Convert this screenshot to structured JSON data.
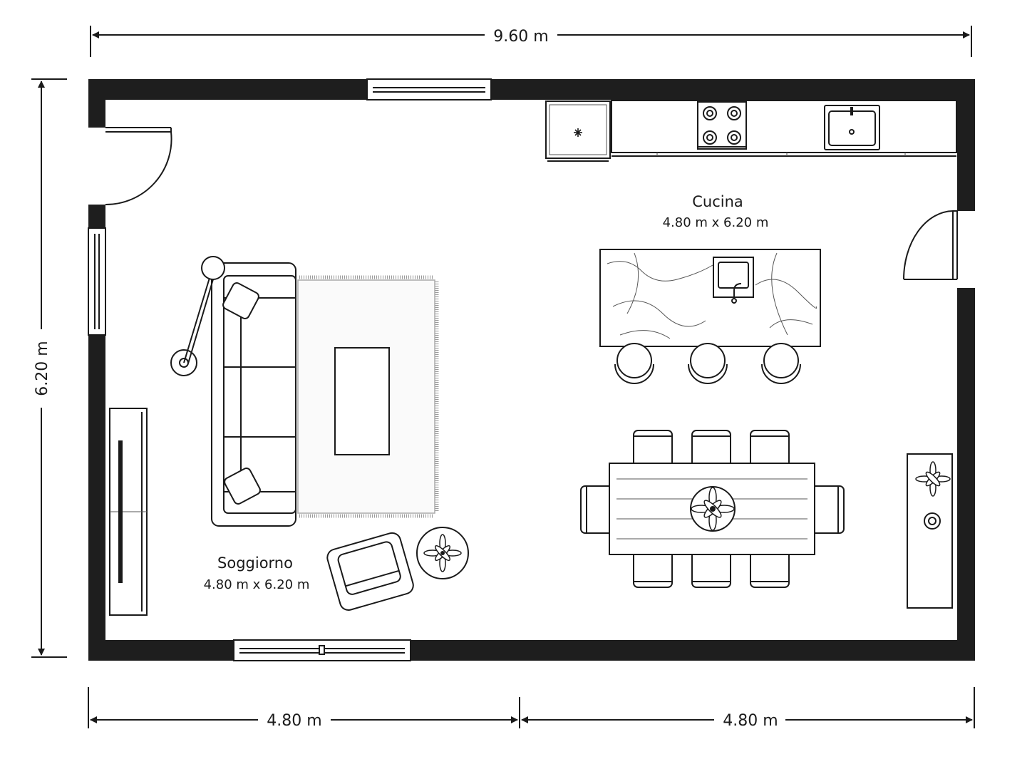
{
  "dimensions": {
    "total_width": "9.60 m",
    "total_height": "6.20 m",
    "left_segment": "4.80 m",
    "right_segment": "4.80 m"
  },
  "rooms": {
    "living": {
      "name": "Soggiorno",
      "size": "4.80 m x 6.20 m"
    },
    "kitchen": {
      "name": "Cucina",
      "size": "4.80 m x 6.20 m"
    }
  },
  "colors": {
    "wall": "#1e1e1e",
    "line": "#1a1a1a",
    "background": "#ffffff"
  }
}
